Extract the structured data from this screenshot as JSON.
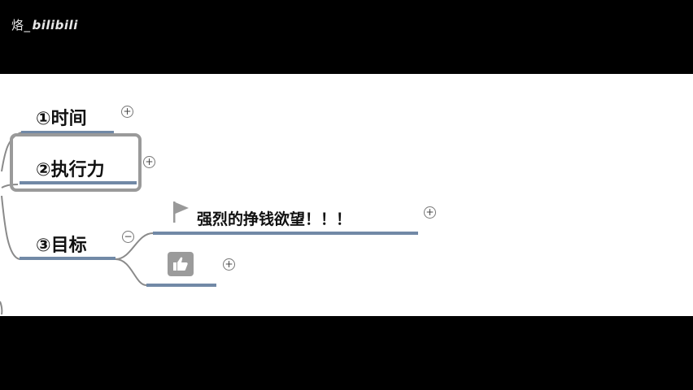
{
  "watermark": {
    "user": "烙_",
    "brand": "bilibili"
  },
  "mindmap": {
    "node_time": {
      "label": "①时间",
      "expander": "+"
    },
    "node_execution": {
      "label": "②执行力",
      "expander": "+"
    },
    "node_goal": {
      "label": "③目标",
      "expander": "−",
      "children": [
        {
          "label": "强烈的挣钱欲望！！！",
          "icon": "flag-icon",
          "expander": "+"
        },
        {
          "label": "",
          "icon": "thumbs-up-icon",
          "expander": "+"
        }
      ]
    }
  },
  "colors": {
    "underline": "#7189a6",
    "selection": "#9a9a9a",
    "canvas": "#ffffff",
    "background": "#000000"
  }
}
